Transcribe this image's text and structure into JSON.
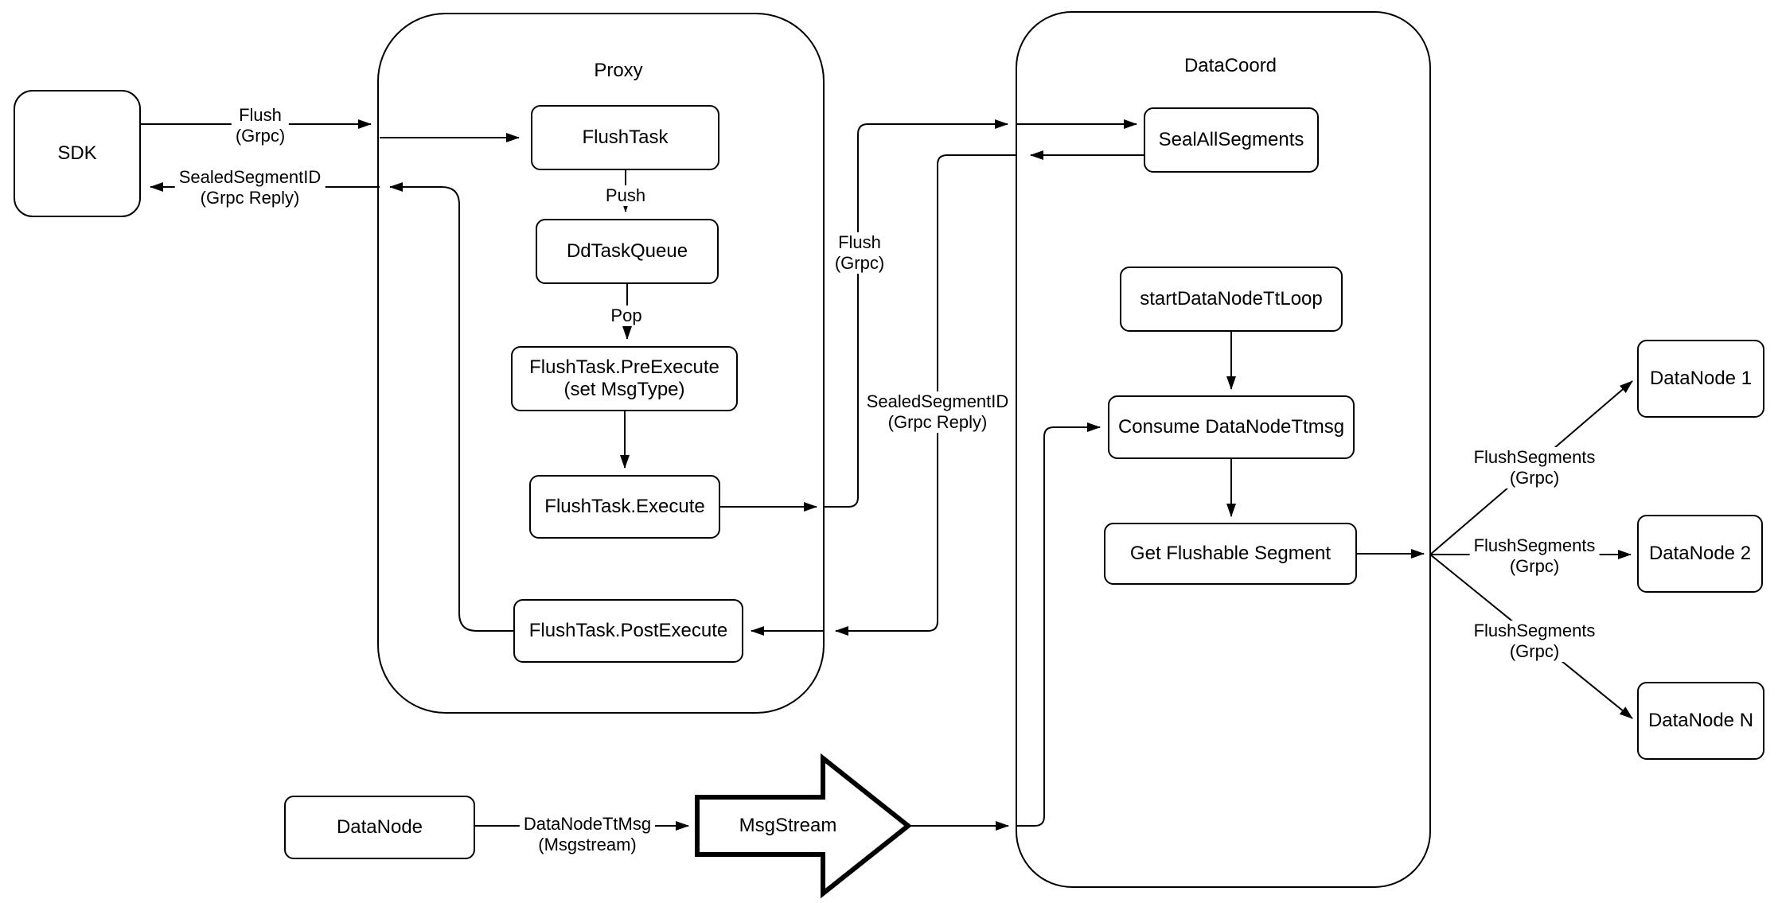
{
  "colors": {
    "stroke": "#000000",
    "background": "#ffffff"
  },
  "containers": {
    "proxy": {
      "label": "Proxy"
    },
    "datacoord": {
      "label": "DataCoord"
    }
  },
  "nodes": {
    "sdk": {
      "label": "SDK"
    },
    "flush_task": {
      "label": "FlushTask"
    },
    "dd_task_queue": {
      "label": "DdTaskQueue"
    },
    "pre_execute": {
      "label": "FlushTask.PreExecute\n(set MsgType)"
    },
    "execute": {
      "label": "FlushTask.Execute"
    },
    "post_execute": {
      "label": "FlushTask.PostExecute"
    },
    "seal_all_segments": {
      "label": "SealAllSegments"
    },
    "start_datanode_tt_loop": {
      "label": "startDataNodeTtLoop"
    },
    "consume_datanode_ttmsg": {
      "label": "Consume DataNodeTtmsg"
    },
    "get_flushable_segment": {
      "label": "Get Flushable Segment"
    },
    "datanode_1": {
      "label": "DataNode 1"
    },
    "datanode_2": {
      "label": "DataNode 2"
    },
    "datanode_n": {
      "label": "DataNode N"
    },
    "datanode_source": {
      "label": "DataNode"
    },
    "msgstream": {
      "label": "MsgStream"
    }
  },
  "edge_labels": {
    "flush_grpc_sdk": {
      "text": "Flush\n(Grpc)"
    },
    "sealed_reply_sdk": {
      "text": "SealedSegmentID\n(Grpc Reply)"
    },
    "push": {
      "text": "Push"
    },
    "pop": {
      "text": "Pop"
    },
    "flush_grpc_mid": {
      "text": "Flush\n(Grpc)"
    },
    "sealed_reply_mid": {
      "text": "SealedSegmentID\n(Grpc Reply)"
    },
    "flush_segments_1": {
      "text": "FlushSegments\n(Grpc)"
    },
    "flush_segments_2": {
      "text": "FlushSegments\n(Grpc)"
    },
    "flush_segments_n": {
      "text": "FlushSegments\n(Grpc)"
    },
    "datanode_tt_msg": {
      "text": "DataNodeTtMsg\n(Msgstream)"
    }
  }
}
